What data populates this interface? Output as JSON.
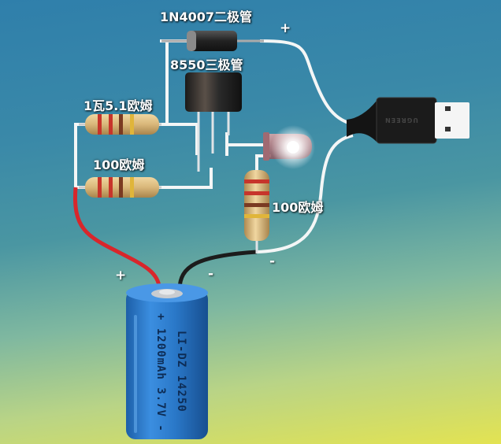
{
  "labels": {
    "diode": "1N4007二极管",
    "transistor": "8550三极管",
    "resistor_power": "1瓦5.1欧姆",
    "resistor_base": "100欧姆",
    "resistor_led": "100欧姆"
  },
  "polarity": {
    "usb_positive": "+",
    "usb_negative": "-",
    "battery_positive": "+",
    "battery_negative": "-"
  },
  "usb": {
    "brand": "UGREEN"
  },
  "battery": {
    "line1": "LI-DZ 14250",
    "line2": "+ 1200mAh 3.7V -"
  },
  "colors": {
    "wire_white": "#f4f6f6",
    "wire_red": "#d8262b",
    "wire_black": "#1c1c1c",
    "battery_blue": "#2a78c8",
    "resistor_body": "#d9b77a",
    "band_red": "#c7352b",
    "band_brown": "#7a3a22",
    "band_gold": "#e0b53a"
  }
}
